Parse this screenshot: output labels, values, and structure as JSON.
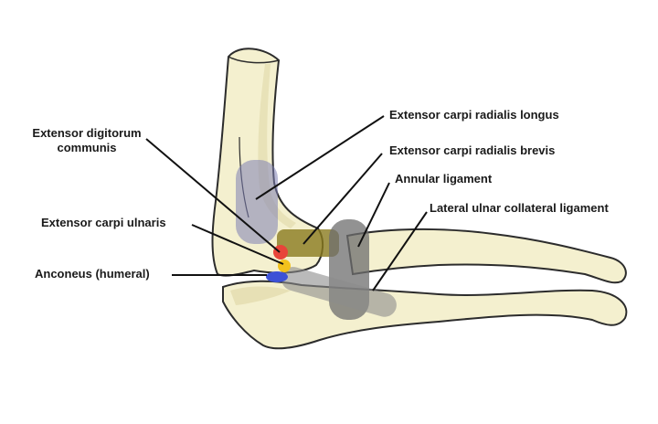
{
  "labels": {
    "edc_line1": "Extensor digitorum",
    "edc_line2": "communis",
    "ecu": "Extensor carpi ulnaris",
    "anconeus": "Anconeus (humeral)",
    "ecrl": "Extensor carpi radialis longus",
    "ecrb": "Extensor carpi radialis brevis",
    "annular": "Annular ligament",
    "lucl": "Lateral ulnar collateral ligament"
  },
  "colors": {
    "bone_fill": "#f4f0cf",
    "bone_outline": "#2c2c2c",
    "bone_shade": "#e3dcae",
    "ecrl_band": "#7d7fb4",
    "ecrb_band": "#8a7a1e",
    "annular_ligament": "#6e6e6e",
    "lucl_band": "#8c8c8c",
    "edc_spot": "#e8453a",
    "ecu_spot": "#f2c21d",
    "anconeus_spot": "#3d52d6",
    "leader_lines": "#111111"
  }
}
